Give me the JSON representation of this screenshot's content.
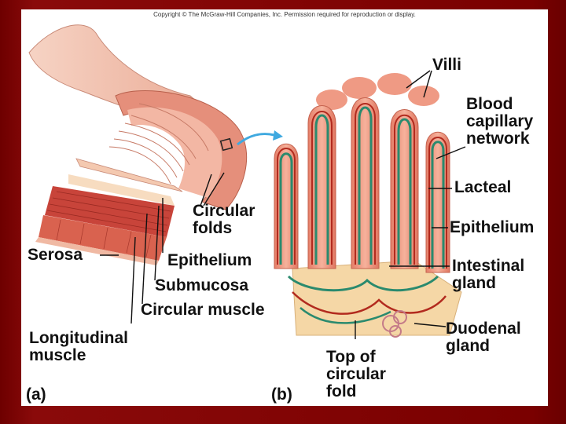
{
  "copyright": "Copyright © The McGraw-Hill Companies, Inc. Permission required for reproduction or display.",
  "panel_a": {
    "letter": "(a)",
    "labels": {
      "circular_folds_1": "Circular",
      "circular_folds_2": "folds",
      "serosa": "Serosa",
      "epithelium": "Epithelium",
      "submucosa": "Submucosa",
      "circular_muscle": "Circular muscle",
      "longitudinal_muscle_1": "Longitudinal",
      "longitudinal_muscle_2": "muscle"
    }
  },
  "panel_b": {
    "letter": "(b)",
    "labels": {
      "villi": "Villi",
      "blood_capillary_1": "Blood",
      "blood_capillary_2": "capillary",
      "blood_capillary_3": "network",
      "lacteal": "Lacteal",
      "epithelium": "Epithelium",
      "intestinal_gland_1": "Intestinal",
      "intestinal_gland_2": "gland",
      "duodenal_gland_1": "Duodenal",
      "duodenal_gland_2": "gland",
      "top_fold_1": "Top of",
      "top_fold_2": "circular",
      "top_fold_3": "fold"
    }
  },
  "colors": {
    "tissue": "#f2a58f",
    "tissue_dark": "#d9705a",
    "muscle": "#c8443a",
    "submucosa": "#f5d7a6",
    "artery": "#b22a1e",
    "lymph": "#2a8a6e",
    "pointer_arrow": "#3fa9e0"
  }
}
